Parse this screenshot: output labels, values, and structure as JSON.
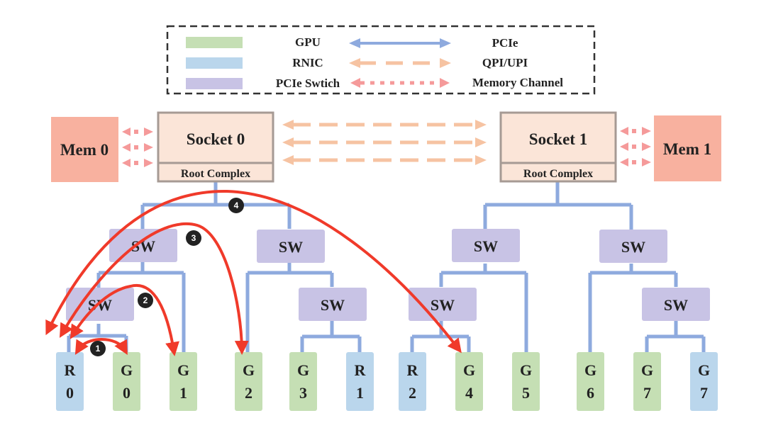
{
  "colors": {
    "gpu": "#c5dfb4",
    "rnic": "#bad6ec",
    "pcie_switch": "#c8c3e5",
    "socket": "#fbe5d8",
    "socket_border": "#a69a94",
    "memory": "#f8b19f",
    "pcie_link": "#8eaade",
    "qpi_link": "#f6c3a2",
    "memory_link": "#f59a9a",
    "path": "#f03a2a",
    "badge": "#222222"
  },
  "legend": {
    "items": [
      {
        "label": "GPU",
        "kind": "swatch",
        "color_key": "gpu"
      },
      {
        "label": "RNIC",
        "kind": "swatch",
        "color_key": "rnic"
      },
      {
        "label": "PCIe Swtich",
        "kind": "swatch",
        "color_key": "pcie_switch"
      },
      {
        "label": "PCIe",
        "kind": "link",
        "style": "solid"
      },
      {
        "label": "QPI/UPI",
        "kind": "link",
        "style": "dashed"
      },
      {
        "label": "Memory Channel",
        "kind": "link",
        "style": "dotted"
      }
    ]
  },
  "sockets": [
    {
      "id": "socket0",
      "label": "Socket 0",
      "root_label": "Root Complex",
      "memory_label": "Mem 0"
    },
    {
      "id": "socket1",
      "label": "Socket 1",
      "root_label": "Root Complex",
      "memory_label": "Mem 1"
    }
  ],
  "switch_label": "SW",
  "devices": [
    {
      "id": "r0",
      "type": "rnic",
      "lines": [
        "R",
        "0"
      ]
    },
    {
      "id": "g0",
      "type": "gpu",
      "lines": [
        "G",
        "0"
      ]
    },
    {
      "id": "g1",
      "type": "gpu",
      "lines": [
        "G",
        "1"
      ]
    },
    {
      "id": "g2",
      "type": "gpu",
      "lines": [
        "G",
        "2"
      ]
    },
    {
      "id": "g3",
      "type": "gpu",
      "lines": [
        "G",
        "3"
      ]
    },
    {
      "id": "r1",
      "type": "rnic",
      "lines": [
        "R",
        "1"
      ]
    },
    {
      "id": "r2",
      "type": "rnic",
      "lines": [
        "R",
        "2"
      ]
    },
    {
      "id": "g4",
      "type": "gpu",
      "lines": [
        "G",
        "4"
      ]
    },
    {
      "id": "g5",
      "type": "gpu",
      "lines": [
        "G",
        "5"
      ]
    },
    {
      "id": "g6",
      "type": "gpu",
      "lines": [
        "G",
        "6"
      ]
    },
    {
      "id": "g7",
      "type": "gpu",
      "lines": [
        "G",
        "7"
      ]
    },
    {
      "id": "r3",
      "type": "rnic",
      "lines": [
        "G",
        "7"
      ]
    }
  ],
  "paths": [
    {
      "id": 1,
      "badge": "1",
      "from": "g0",
      "to": "r0",
      "description": "GPU to RNIC under same PCIe switch"
    },
    {
      "id": 2,
      "badge": "2",
      "from": "g1",
      "to": "r0",
      "description": "GPU to RNIC across two PCIe switch levels"
    },
    {
      "id": 3,
      "badge": "3",
      "from": "g2",
      "to": "r0",
      "description": "GPU to RNIC through root complex"
    },
    {
      "id": 4,
      "badge": "4",
      "from": "g4",
      "to": "r0",
      "description": "GPU to RNIC across sockets"
    }
  ]
}
